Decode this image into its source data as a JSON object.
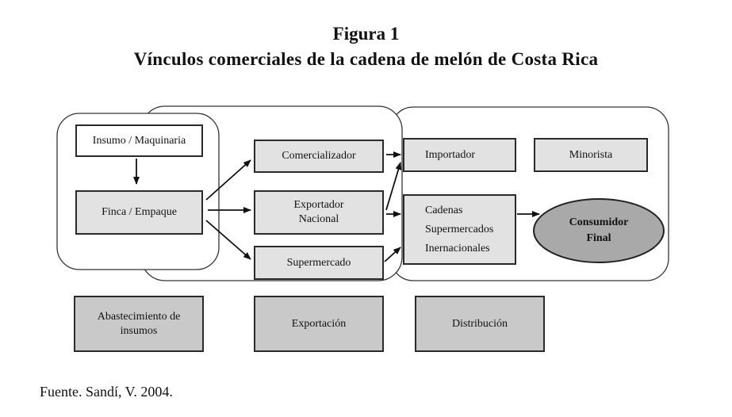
{
  "figure": {
    "label": "Figura 1",
    "title": "Vínculos comerciales de la cadena de melón de Costa Rica"
  },
  "nodes": {
    "insumo": "Insumo / Maquinaria",
    "finca": "Finca / Empaque",
    "comercializador": "Comercializador",
    "exportador": "Exportador\nNacional",
    "supermercado": "Supermercado",
    "importador": "Importador",
    "minorista": "Minorista",
    "cadenas": "Cadenas\nSupermercados\nInernacionales",
    "consumidor": "Consumidor\nFinal"
  },
  "stages": {
    "abastecimiento": "Abastecimiento de\ninsumos",
    "exportacion": "Exportación",
    "distribucion": "Distribución"
  },
  "colors": {
    "box": "#e2e2e2",
    "stage": "#c9c9c9",
    "ellipse": "#a9a9a9"
  },
  "source": "Fuente. Sandí, V. 2004."
}
